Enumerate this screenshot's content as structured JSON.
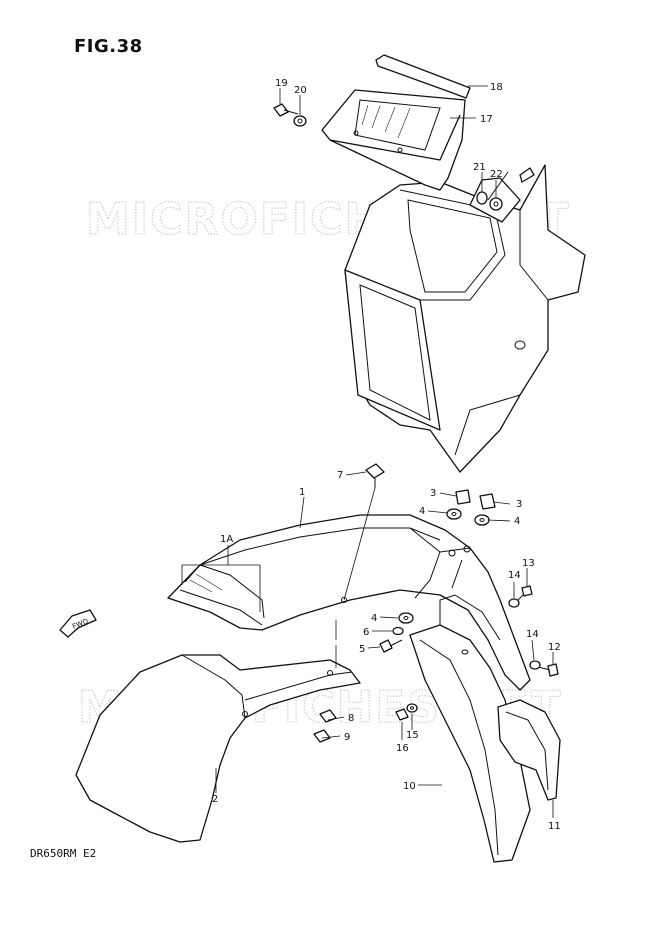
{
  "figure": {
    "title": "FIG.38",
    "model": "DR650RM  E2",
    "watermark": "MICROFICHES.NET",
    "fwd_label": "FWD"
  },
  "callouts": [
    {
      "id": "c-19",
      "label": "19"
    },
    {
      "id": "c-20",
      "label": "20"
    },
    {
      "id": "c-18",
      "label": "18"
    },
    {
      "id": "c-17",
      "label": "17"
    },
    {
      "id": "c-21",
      "label": "21"
    },
    {
      "id": "c-22",
      "label": "22"
    },
    {
      "id": "c-7",
      "label": "7"
    },
    {
      "id": "c-1",
      "label": "1"
    },
    {
      "id": "c-3a",
      "label": "3"
    },
    {
      "id": "c-3b",
      "label": "3"
    },
    {
      "id": "c-4a",
      "label": "4"
    },
    {
      "id": "c-4b",
      "label": "4"
    },
    {
      "id": "c-1A",
      "label": "1A"
    },
    {
      "id": "c-13",
      "label": "13"
    },
    {
      "id": "c-14a",
      "label": "14"
    },
    {
      "id": "c-4c",
      "label": "4"
    },
    {
      "id": "c-6",
      "label": "6"
    },
    {
      "id": "c-5",
      "label": "5"
    },
    {
      "id": "c-14b",
      "label": "14"
    },
    {
      "id": "c-12",
      "label": "12"
    },
    {
      "id": "c-8",
      "label": "8"
    },
    {
      "id": "c-9",
      "label": "9"
    },
    {
      "id": "c-15",
      "label": "15"
    },
    {
      "id": "c-16",
      "label": "16"
    },
    {
      "id": "c-2",
      "label": "2"
    },
    {
      "id": "c-10",
      "label": "10"
    },
    {
      "id": "c-11",
      "label": "11"
    }
  ]
}
